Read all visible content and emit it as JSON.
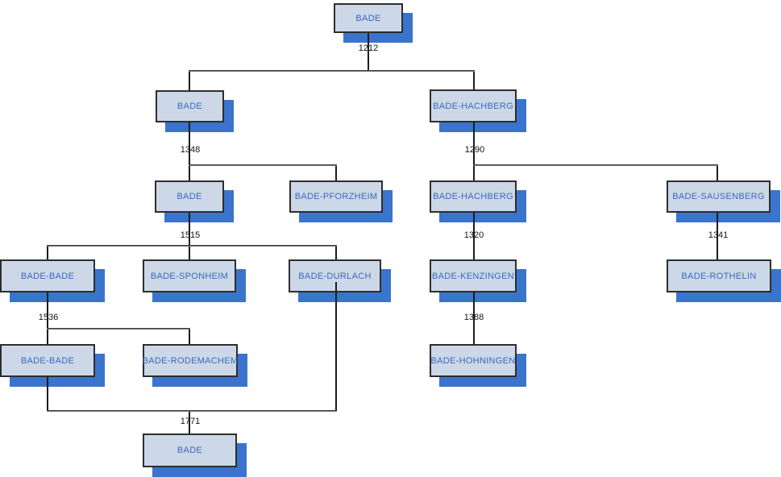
{
  "diagram": {
    "type": "family-tree",
    "root": "BADE"
  },
  "nodes": [
    {
      "label": "BADE"
    },
    {
      "label": "BADE"
    },
    {
      "label": "BADE-HACHBERG"
    },
    {
      "label": "BADE"
    },
    {
      "label": "BADE-PFORZHEIM"
    },
    {
      "label": "BADE-HACHBERG"
    },
    {
      "label": "BADE-SAUSENBERG"
    },
    {
      "label": "BADE-BADE"
    },
    {
      "label": "BADE-SPONHEIM"
    },
    {
      "label": "BADE-DURLACH"
    },
    {
      "label": "BADE-KENZINGEN"
    },
    {
      "label": "BADE-ROTHELIN"
    },
    {
      "label": "BADE-BADE"
    },
    {
      "label": "BADE-RODEMACHEM"
    },
    {
      "label": "BADE-HOHNINGEN"
    },
    {
      "label": "BADE"
    }
  ],
  "years": [
    {
      "value": "1212"
    },
    {
      "value": "1348"
    },
    {
      "value": "1290"
    },
    {
      "value": "1515"
    },
    {
      "value": "1320"
    },
    {
      "value": "1341"
    },
    {
      "value": "1536"
    },
    {
      "value": "1388"
    },
    {
      "value": "1771"
    }
  ],
  "colors": {
    "node_fill": "#ccd8e7",
    "node_border": "#2e2e2e",
    "node_shadow": "#3a74cc",
    "node_text": "#3a68bf",
    "year_text": "#141414",
    "line_v": "#1c1c1c",
    "line_h": "#757575"
  }
}
